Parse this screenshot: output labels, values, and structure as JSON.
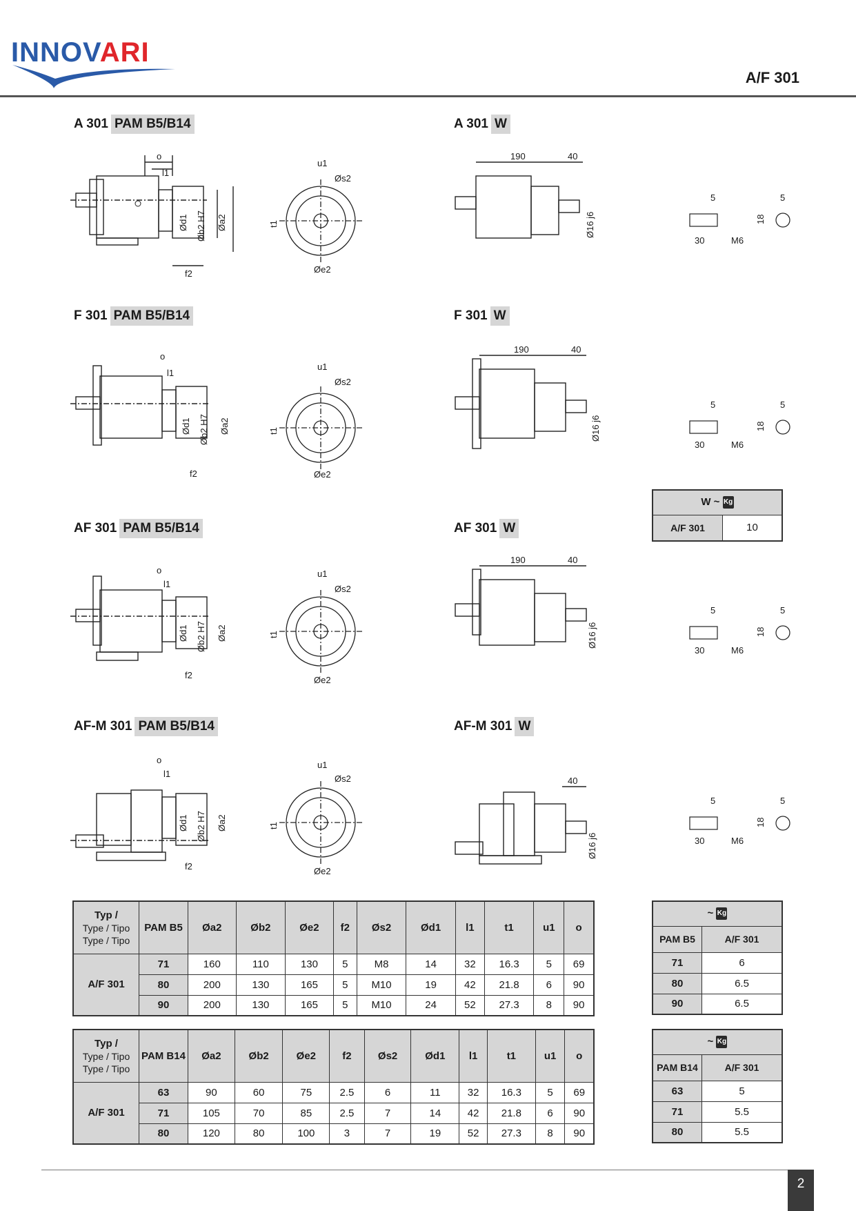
{
  "brand": {
    "part1": "INNOV",
    "part2": "ARI"
  },
  "doc_code": "A/F 301",
  "page_number": "2",
  "sections": [
    {
      "name": "A 301",
      "tag": "PAM B5/B14"
    },
    {
      "name": "A 301",
      "tag": "W"
    },
    {
      "name": "F 301",
      "tag": "PAM B5/B14"
    },
    {
      "name": "F 301",
      "tag": "W"
    },
    {
      "name": "AF 301",
      "tag": "PAM B5/B14"
    },
    {
      "name": "AF 301",
      "tag": "W"
    },
    {
      "name": "AF-M 301",
      "tag": "PAM B5/B14"
    },
    {
      "name": "AF-M 301",
      "tag": "W"
    }
  ],
  "dims": {
    "o": "o",
    "l1": "l1",
    "d1": "Ød1",
    "b2": "Øb2 H7",
    "a2": "Øa2",
    "f2": "f2",
    "u1": "u1",
    "s2": "Øs2",
    "t1": "t1",
    "e2": "Øe2",
    "len190": "190",
    "len40": "40",
    "d16": "Ø16 j6",
    "k5": "5",
    "k30": "30",
    "m6": "M6",
    "k18": "18"
  },
  "w_weight": {
    "header": "W ~",
    "kg": "Kg",
    "label": "A/F 301",
    "value": "10"
  },
  "table_b5": {
    "typ_title": "Typ /",
    "typ_l2": "Type / Tipo",
    "typ_l3": "Type / Tipo",
    "columns": [
      "PAM B5",
      "Øa2",
      "Øb2",
      "Øe2",
      "f2",
      "Øs2",
      "Ød1",
      "l1",
      "t1",
      "u1",
      "o"
    ],
    "model": "A/F 301",
    "rows": [
      [
        "71",
        "160",
        "110",
        "130",
        "5",
        "M8",
        "14",
        "32",
        "16.3",
        "5",
        "69"
      ],
      [
        "80",
        "200",
        "130",
        "165",
        "5",
        "M10",
        "19",
        "42",
        "21.8",
        "6",
        "90"
      ],
      [
        "90",
        "200",
        "130",
        "165",
        "5",
        "M10",
        "24",
        "52",
        "27.3",
        "8",
        "90"
      ]
    ]
  },
  "table_b14": {
    "typ_title": "Typ /",
    "typ_l2": "Type / Tipo",
    "typ_l3": "Type / Tipo",
    "columns": [
      "PAM B14",
      "Øa2",
      "Øb2",
      "Øe2",
      "f2",
      "Øs2",
      "Ød1",
      "l1",
      "t1",
      "u1",
      "o"
    ],
    "model": "A/F 301",
    "rows": [
      [
        "63",
        "90",
        "60",
        "75",
        "2.5",
        "6",
        "11",
        "32",
        "16.3",
        "5",
        "69"
      ],
      [
        "71",
        "105",
        "70",
        "85",
        "2.5",
        "7",
        "14",
        "42",
        "21.8",
        "6",
        "90"
      ],
      [
        "80",
        "120",
        "80",
        "100",
        "3",
        "7",
        "19",
        "52",
        "27.3",
        "8",
        "90"
      ]
    ]
  },
  "weight_b5": {
    "header": "~",
    "kg": "Kg",
    "col1": "PAM B5",
    "col2": "A/F 301",
    "rows": [
      [
        "71",
        "6"
      ],
      [
        "80",
        "6.5"
      ],
      [
        "90",
        "6.5"
      ]
    ]
  },
  "weight_b14": {
    "header": "~",
    "kg": "Kg",
    "col1": "PAM B14",
    "col2": "A/F 301",
    "rows": [
      [
        "63",
        "5"
      ],
      [
        "71",
        "5.5"
      ],
      [
        "80",
        "5.5"
      ]
    ]
  }
}
